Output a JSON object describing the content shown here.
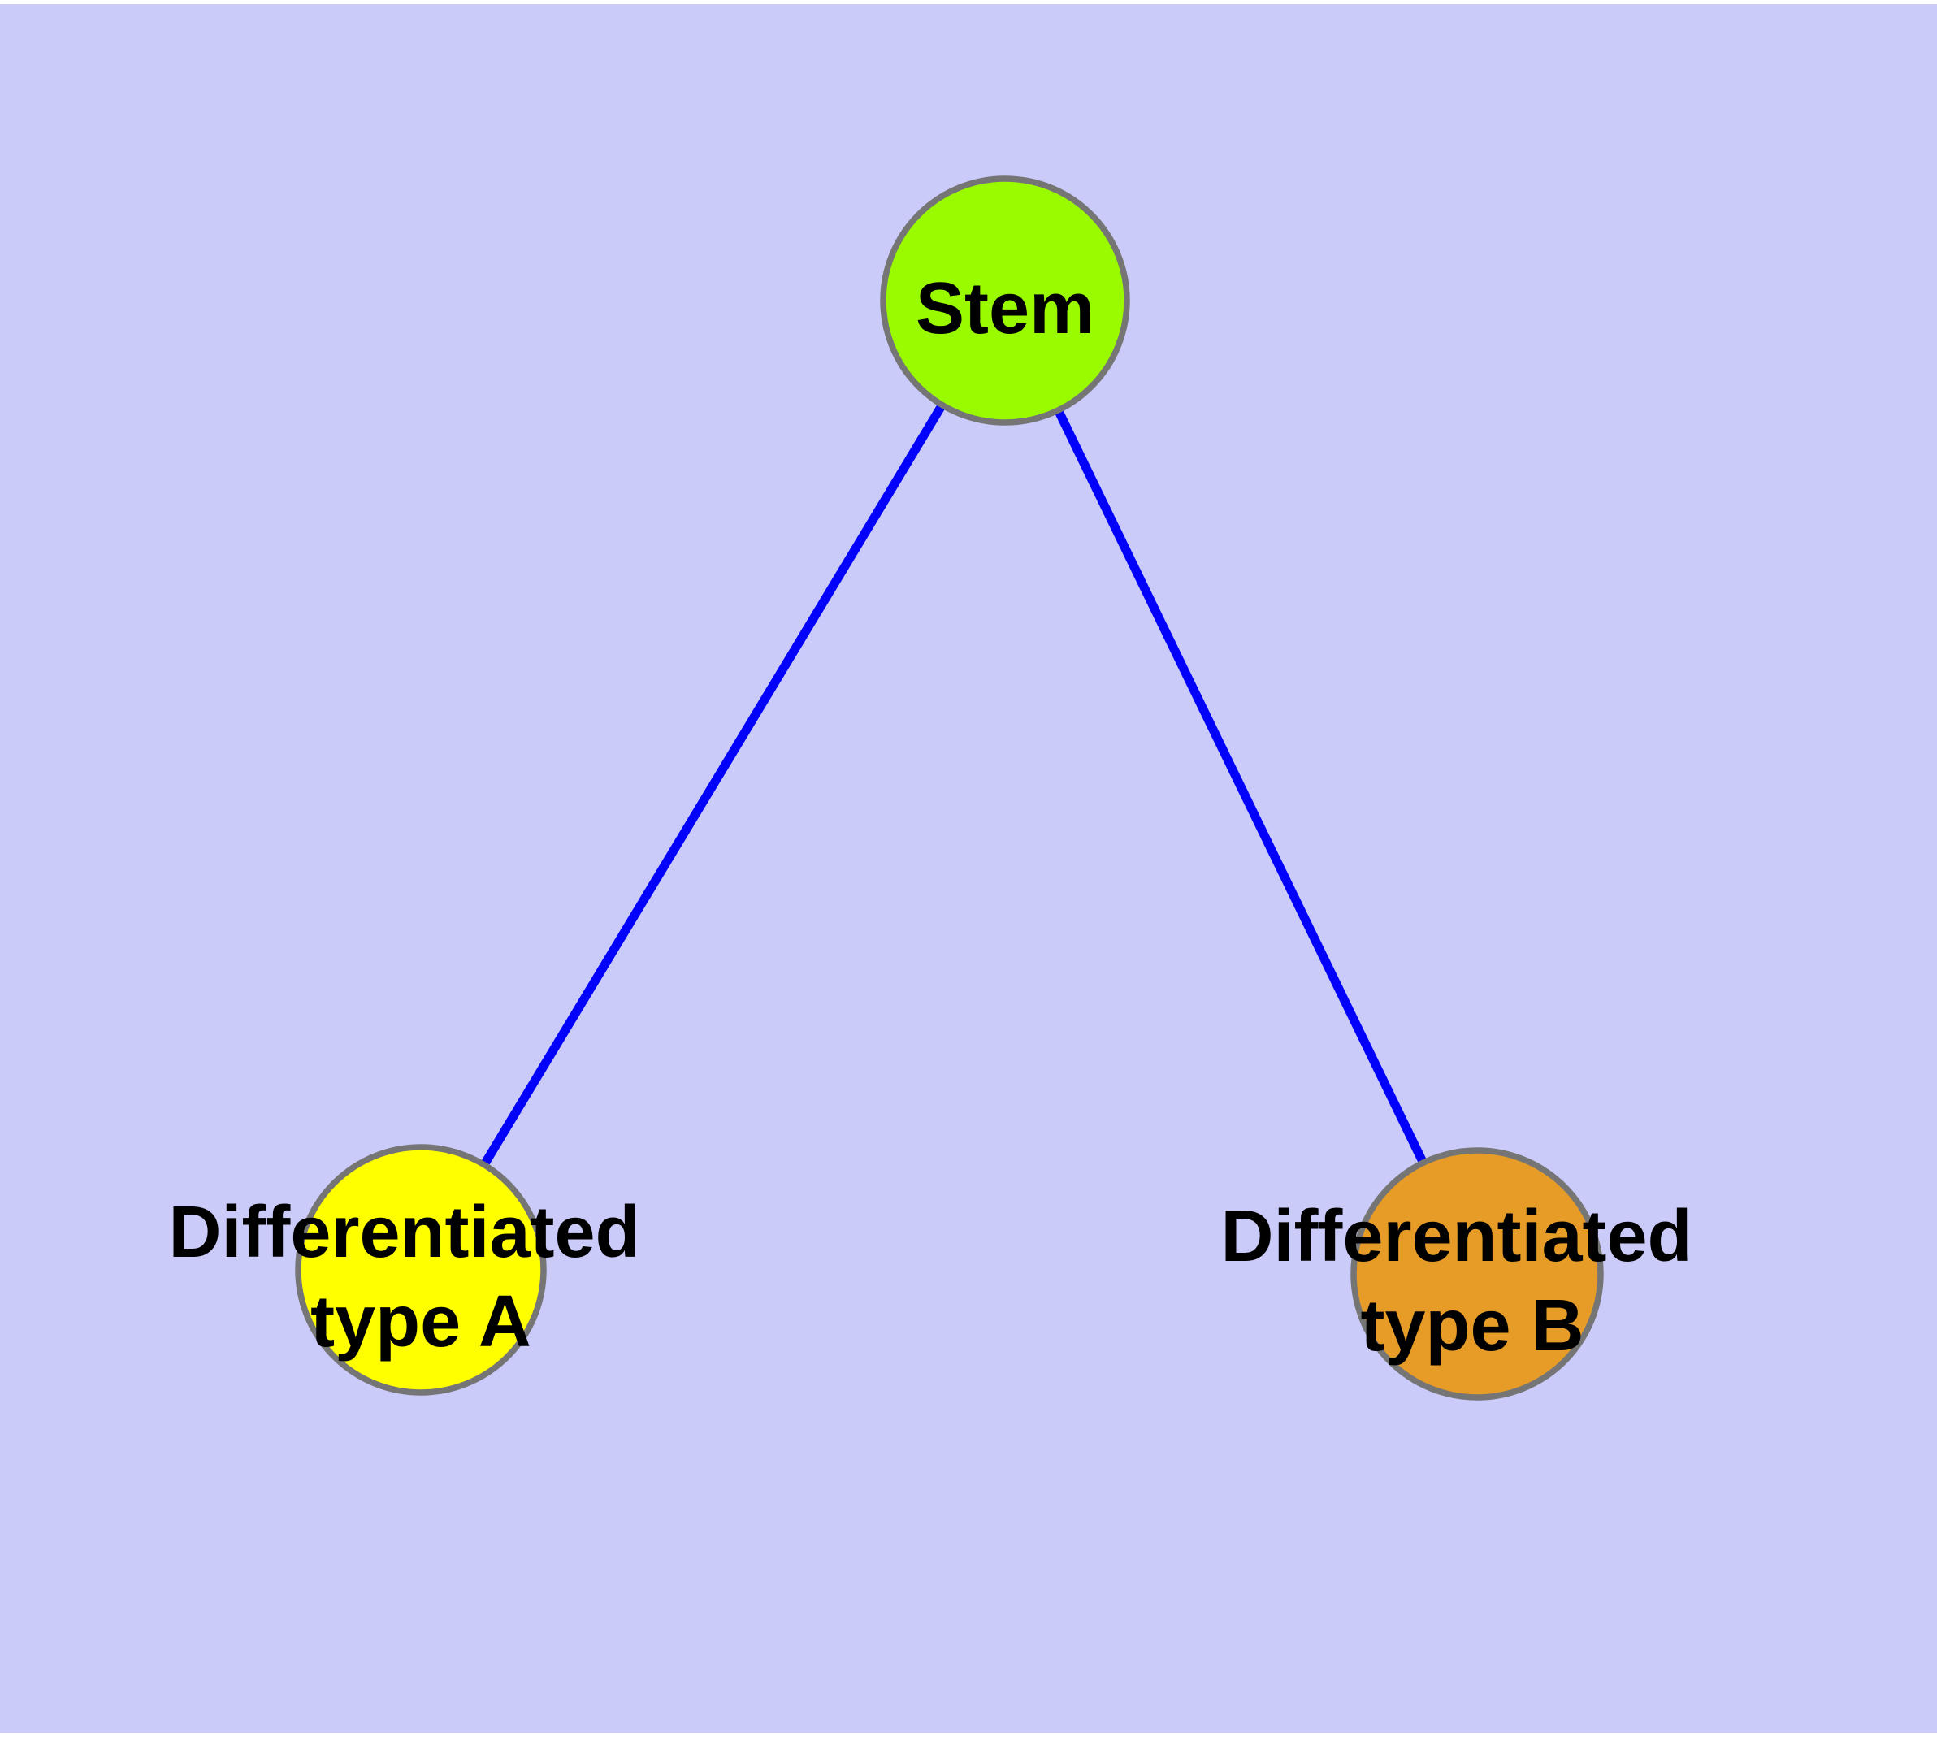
{
  "diagram": {
    "type": "graph",
    "description": "Stem cell differentiation graph: one stem node connected to two differentiated cell type nodes",
    "colors": {
      "plot_background": "#CBCBFA",
      "margin": "#FFFFFF",
      "edge": "#0202FA",
      "node_border": "#757575",
      "label": "#000000"
    },
    "nodes": [
      {
        "id": "stem",
        "label": "Stem",
        "line1": "Stem",
        "line2": "",
        "color": "#9AFB00"
      },
      {
        "id": "diff-a",
        "label": "Differentiated type A",
        "line1": "Differentiated",
        "line2": "type A",
        "color": "#FFFF00"
      },
      {
        "id": "diff-b",
        "label": "Differentiated type B",
        "line1": "Differentiated",
        "line2": "type B",
        "color": "#E69C26"
      }
    ],
    "edges": [
      {
        "from": "stem",
        "to": "diff-a"
      },
      {
        "from": "stem",
        "to": "diff-b"
      }
    ]
  }
}
